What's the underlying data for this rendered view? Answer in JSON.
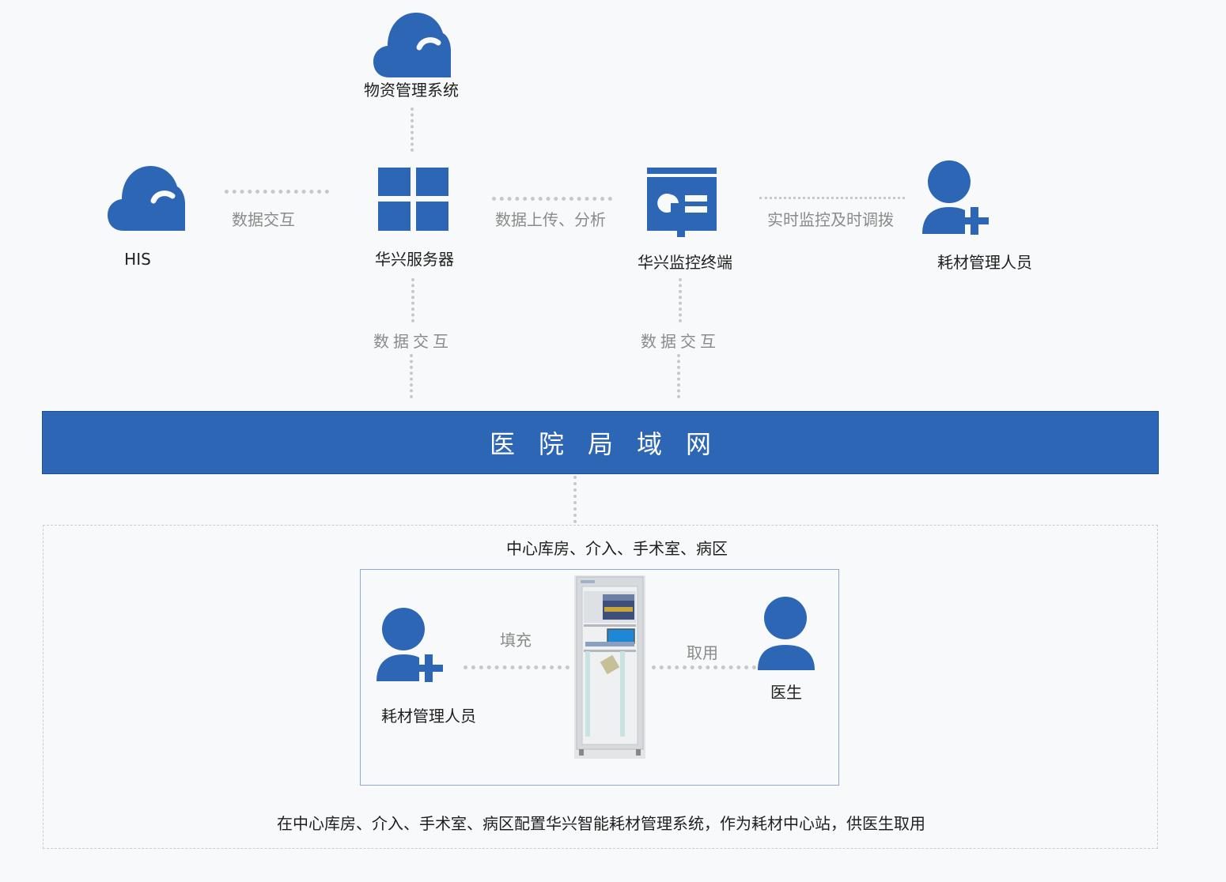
{
  "colors": {
    "accent": "#2d66b5",
    "dash": "#c8c8c8",
    "muted_text": "#8a8a8a"
  },
  "top": {
    "materials_system": {
      "label": "物资管理系统",
      "icon": "cloud-icon"
    },
    "his": {
      "label": "HIS",
      "icon": "cloud-icon"
    },
    "server": {
      "label": "华兴服务器",
      "icon": "grid-icon"
    },
    "monitor": {
      "label": "华兴监控终端",
      "icon": "monitor-board-icon"
    },
    "staff": {
      "label": "耗材管理人员",
      "icon": "user-add-icon"
    }
  },
  "links": {
    "his_server": "数据交互",
    "server_monitor": "数据上传、分析",
    "monitor_staff": "实时监控及时调拨",
    "server_lan": "数据交互",
    "monitor_lan": "数据交互"
  },
  "lan": {
    "label": "医院局域网"
  },
  "site": {
    "locations": "中心库房、介入、手术室、病区",
    "staff": "耗材管理人员",
    "fill": "填充",
    "take": "取用",
    "doctor": "医生",
    "cabinet_icon": "smart-cabinet-icon",
    "footer": "在中心库房、介入、手术室、病区配置华兴智能耗材管理系统，作为耗材中心站，供医生取用"
  }
}
